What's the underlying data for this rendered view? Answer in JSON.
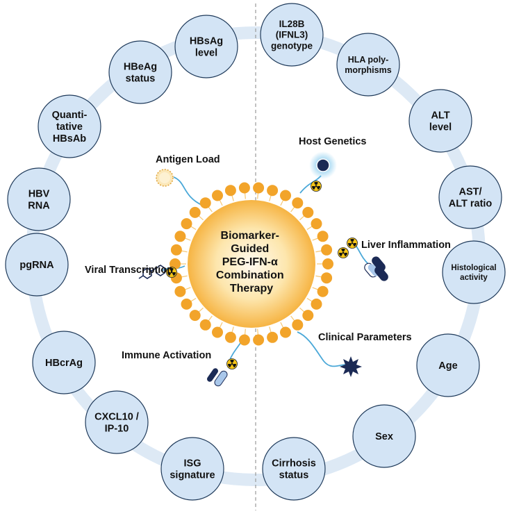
{
  "center_label": [
    "Biomarker-",
    "Guided",
    "PEG-IFN-α",
    "Combination",
    "Therapy"
  ],
  "left_biomarkers": [
    {
      "id": "hbsag-level",
      "lines": [
        "HBsAg",
        "level"
      ]
    },
    {
      "id": "hbeag-status",
      "lines": [
        "HBeAg",
        "status"
      ]
    },
    {
      "id": "quantitative-hbsab",
      "lines": [
        "Quanti-",
        "tative",
        "HBsAb"
      ]
    },
    {
      "id": "hbv-rna",
      "lines": [
        "HBV",
        "RNA"
      ]
    },
    {
      "id": "pgrna",
      "lines": [
        "pgRNA"
      ]
    },
    {
      "id": "hbcrag",
      "lines": [
        "HBcrAg"
      ]
    },
    {
      "id": "cxcl10",
      "lines": [
        "CXCL10 /",
        "IP-10"
      ]
    },
    {
      "id": "isg-signature",
      "lines": [
        "ISG",
        "signature"
      ]
    }
  ],
  "right_biomarkers": [
    {
      "id": "il28b-genotype",
      "lines": [
        "IL28B",
        "(IFNL3)",
        "genotype"
      ]
    },
    {
      "id": "hla-polymorphisms",
      "lines": [
        "HLA poly-",
        "morphisms"
      ]
    },
    {
      "id": "alt-level",
      "lines": [
        "ALT",
        "level"
      ]
    },
    {
      "id": "ast-alt-ratio",
      "lines": [
        "AST/",
        "ALT ratio"
      ]
    },
    {
      "id": "histological-activity",
      "lines": [
        "Histological",
        "activity"
      ]
    },
    {
      "id": "age",
      "lines": [
        "Age"
      ]
    },
    {
      "id": "sex",
      "lines": [
        "Sex"
      ]
    },
    {
      "id": "cirrhosis-status",
      "lines": [
        "Cirrhosis",
        "status"
      ]
    }
  ],
  "categories": {
    "antigen_load": "Antigen Load",
    "viral_transcription": "Viral Transcription",
    "immune_activation": "Immune Activation",
    "host_genetics": "Host Genetics",
    "liver_inflammation": "Liver Inflammation",
    "clinical_parameters": "Clinical Parameters"
  },
  "colors": {
    "ring": "#dce9f6",
    "node_fill": "#d3e4f5",
    "node_stroke": "#1f3a5a",
    "bead": "#f2a42a",
    "core_inner": "#fff6dc",
    "core_outer": "#f9c462",
    "linker": "#4aa8d8",
    "badge": "#f5c518",
    "navy": "#1b2a55",
    "divider": "#9a9a9a"
  }
}
